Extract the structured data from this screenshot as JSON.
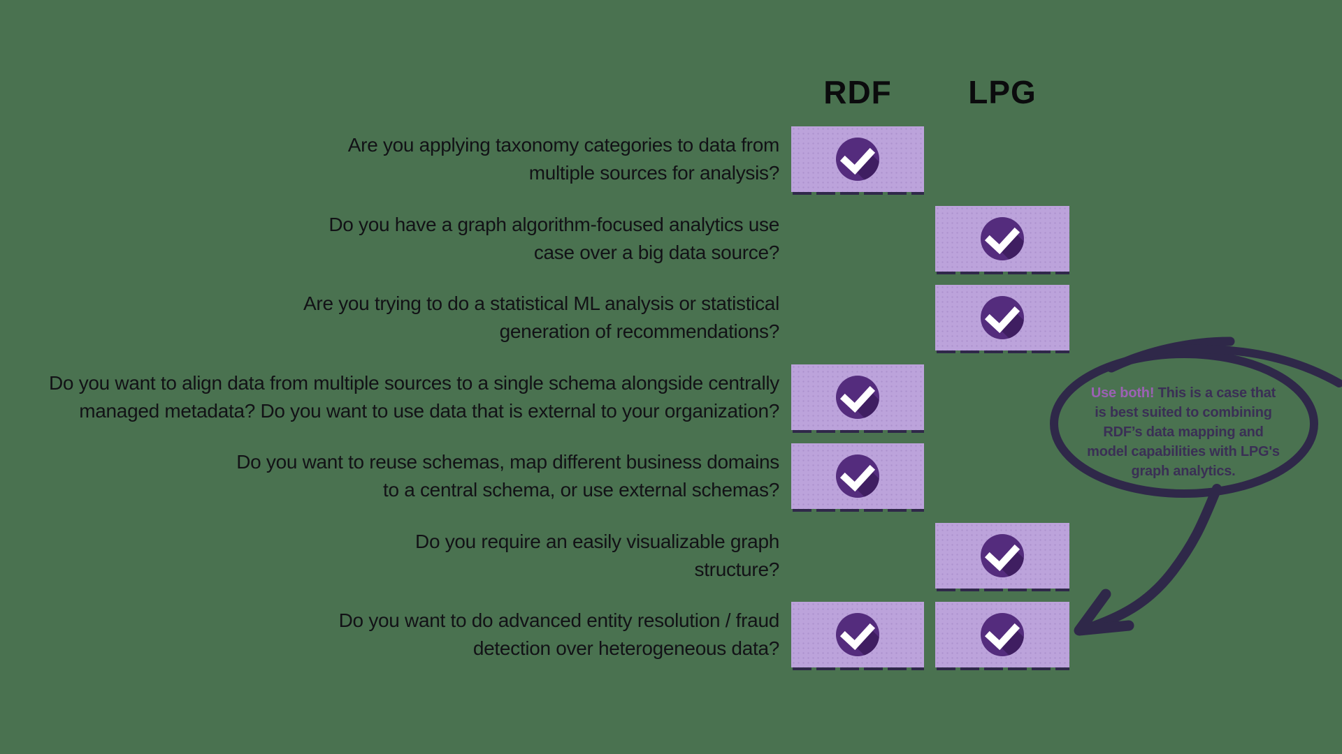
{
  "columns": [
    {
      "key": "rdf",
      "label": "RDF"
    },
    {
      "key": "lpg",
      "label": "LPG"
    }
  ],
  "rows": [
    {
      "question_lines": [
        "Are you applying taxonomy categories to data from",
        "multiple sources for analysis?"
      ],
      "rdf": true,
      "lpg": false
    },
    {
      "question_lines": [
        "Do you have a graph algorithm-focused analytics use",
        "case over a big data source?"
      ],
      "rdf": false,
      "lpg": true
    },
    {
      "question_lines": [
        "Are you trying to do a statistical ML analysis or statistical",
        "generation of recommendations?"
      ],
      "rdf": false,
      "lpg": true
    },
    {
      "question_lines": [
        "Do you want to align data from multiple sources to a single schema alongside centrally",
        "managed metadata? Do you want to use data that is external to your organization?"
      ],
      "rdf": true,
      "lpg": false
    },
    {
      "question_lines": [
        "Do you want to reuse schemas, map different business domains",
        "to a central schema, or use external schemas?"
      ],
      "rdf": true,
      "lpg": false
    },
    {
      "question_lines": [
        "Do you require an easily visualizable graph",
        "structure?"
      ],
      "rdf": false,
      "lpg": true
    },
    {
      "question_lines": [
        "Do you want to do advanced entity resolution / fraud",
        "detection over heterogeneous data?"
      ],
      "rdf": true,
      "lpg": true
    }
  ],
  "check_icon": "check-icon",
  "annotation": {
    "lead": "Use both!",
    "line1_rest": "This is a case that",
    "lines": [
      "is best suited to combining",
      "RDF’s data mapping and",
      "model capabilities with LPG's",
      "graph analytics."
    ]
  },
  "colors": {
    "bg": "#4A7250",
    "box": "#BCA3DB",
    "circle": "#542C7D",
    "circle_shadow": "#3F1E61",
    "check": "#FFFFFF",
    "text": "#121216",
    "annotation": "#2F2849",
    "lead": "#9C61B4",
    "bubble_text": "#3A2F55"
  }
}
